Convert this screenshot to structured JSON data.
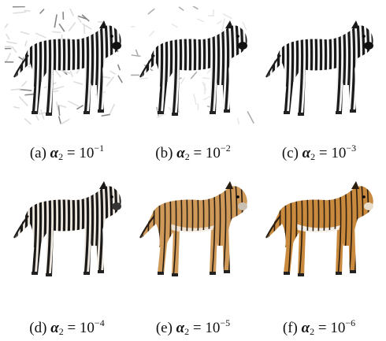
{
  "figure": {
    "symbol": "α",
    "subscript": "2",
    "equals": "=",
    "panels": [
      {
        "label": "(a)",
        "base": "10",
        "exponent": "−1",
        "animal": "zebra",
        "texture_level": 1.0,
        "tiger_mix": 0.0
      },
      {
        "label": "(b)",
        "base": "10",
        "exponent": "−2",
        "animal": "zebra",
        "texture_level": 0.5,
        "tiger_mix": 0.0
      },
      {
        "label": "(c)",
        "base": "10",
        "exponent": "−3",
        "animal": "zebra",
        "texture_level": 0.0,
        "tiger_mix": 0.0
      },
      {
        "label": "(d)",
        "base": "10",
        "exponent": "−4",
        "animal": "tiger",
        "texture_level": 0.0,
        "tiger_mix": 0.1
      },
      {
        "label": "(e)",
        "base": "10",
        "exponent": "−5",
        "animal": "tiger",
        "texture_level": 0.0,
        "tiger_mix": 0.85
      },
      {
        "label": "(f)",
        "base": "10",
        "exponent": "−6",
        "animal": "tiger",
        "texture_level": 0.0,
        "tiger_mix": 1.0
      }
    ],
    "colors": {
      "zebra_stripe": "#1a1a1a",
      "zebra_body": "#f2f2f2",
      "tiger_orange": "#c98a3e",
      "tiger_belly": "#f4efe6",
      "background_texture": "#cfcfcf"
    }
  }
}
